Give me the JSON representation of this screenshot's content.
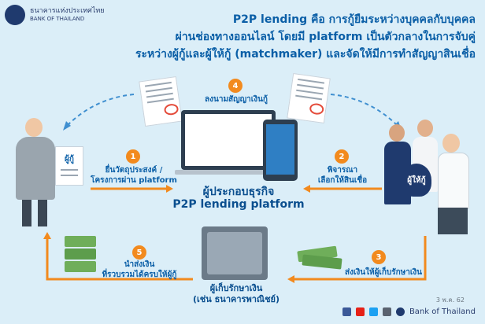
{
  "header": {
    "logo_th": "ธนาคารแห่งประเทศไทย",
    "logo_en": "BANK OF THAILAND",
    "headline": [
      "P2P lending คือ การกู้ยืมระหว่างบุคคลกับบุคคล",
      "ผ่านช่องทางออนไลน์ โดยมี platform เป็นตัวกลางในการจับคู่",
      "ระหว่างผู้กู้และผู้ให้กู้ (matchmaker) และจัดให้มีการทำสัญญาสินเชื่อ"
    ]
  },
  "steps": [
    {
      "num": "1",
      "text": [
        "ยื่นวัตถุประสงค์ /",
        "โครงการผ่าน platform"
      ]
    },
    {
      "num": "2",
      "text": [
        "พิจารณา",
        "เลือกให้สินเชื่อ"
      ]
    },
    {
      "num": "3",
      "text": [
        "ส่งเงินให้ผู้เก็บรักษาเงิน"
      ]
    },
    {
      "num": "4",
      "text": [
        "ลงนามสัญญาเงินกู้"
      ]
    },
    {
      "num": "5",
      "text": [
        "นำส่งเงิน",
        "ที่รวบรวมได้ครบให้ผู้กู้"
      ]
    }
  ],
  "borrower_label": "ผู้กู้",
  "lender_label": "ผู้ให้กู้",
  "platform": {
    "title": "ผู้ประกอบธุรกิจ",
    "subtitle": "P2P lending platform"
  },
  "custodian": {
    "title": "ผู้เก็บรักษาเงิน",
    "subtitle": "(เช่น ธนาคารพาณิชย์)"
  },
  "footer": {
    "date": "3 พ.ค. 62",
    "brand": "Bank of Thailand"
  },
  "colors": {
    "primary": "#0b5fa7",
    "accent": "#f28a1e",
    "background": "#dbeef8"
  }
}
